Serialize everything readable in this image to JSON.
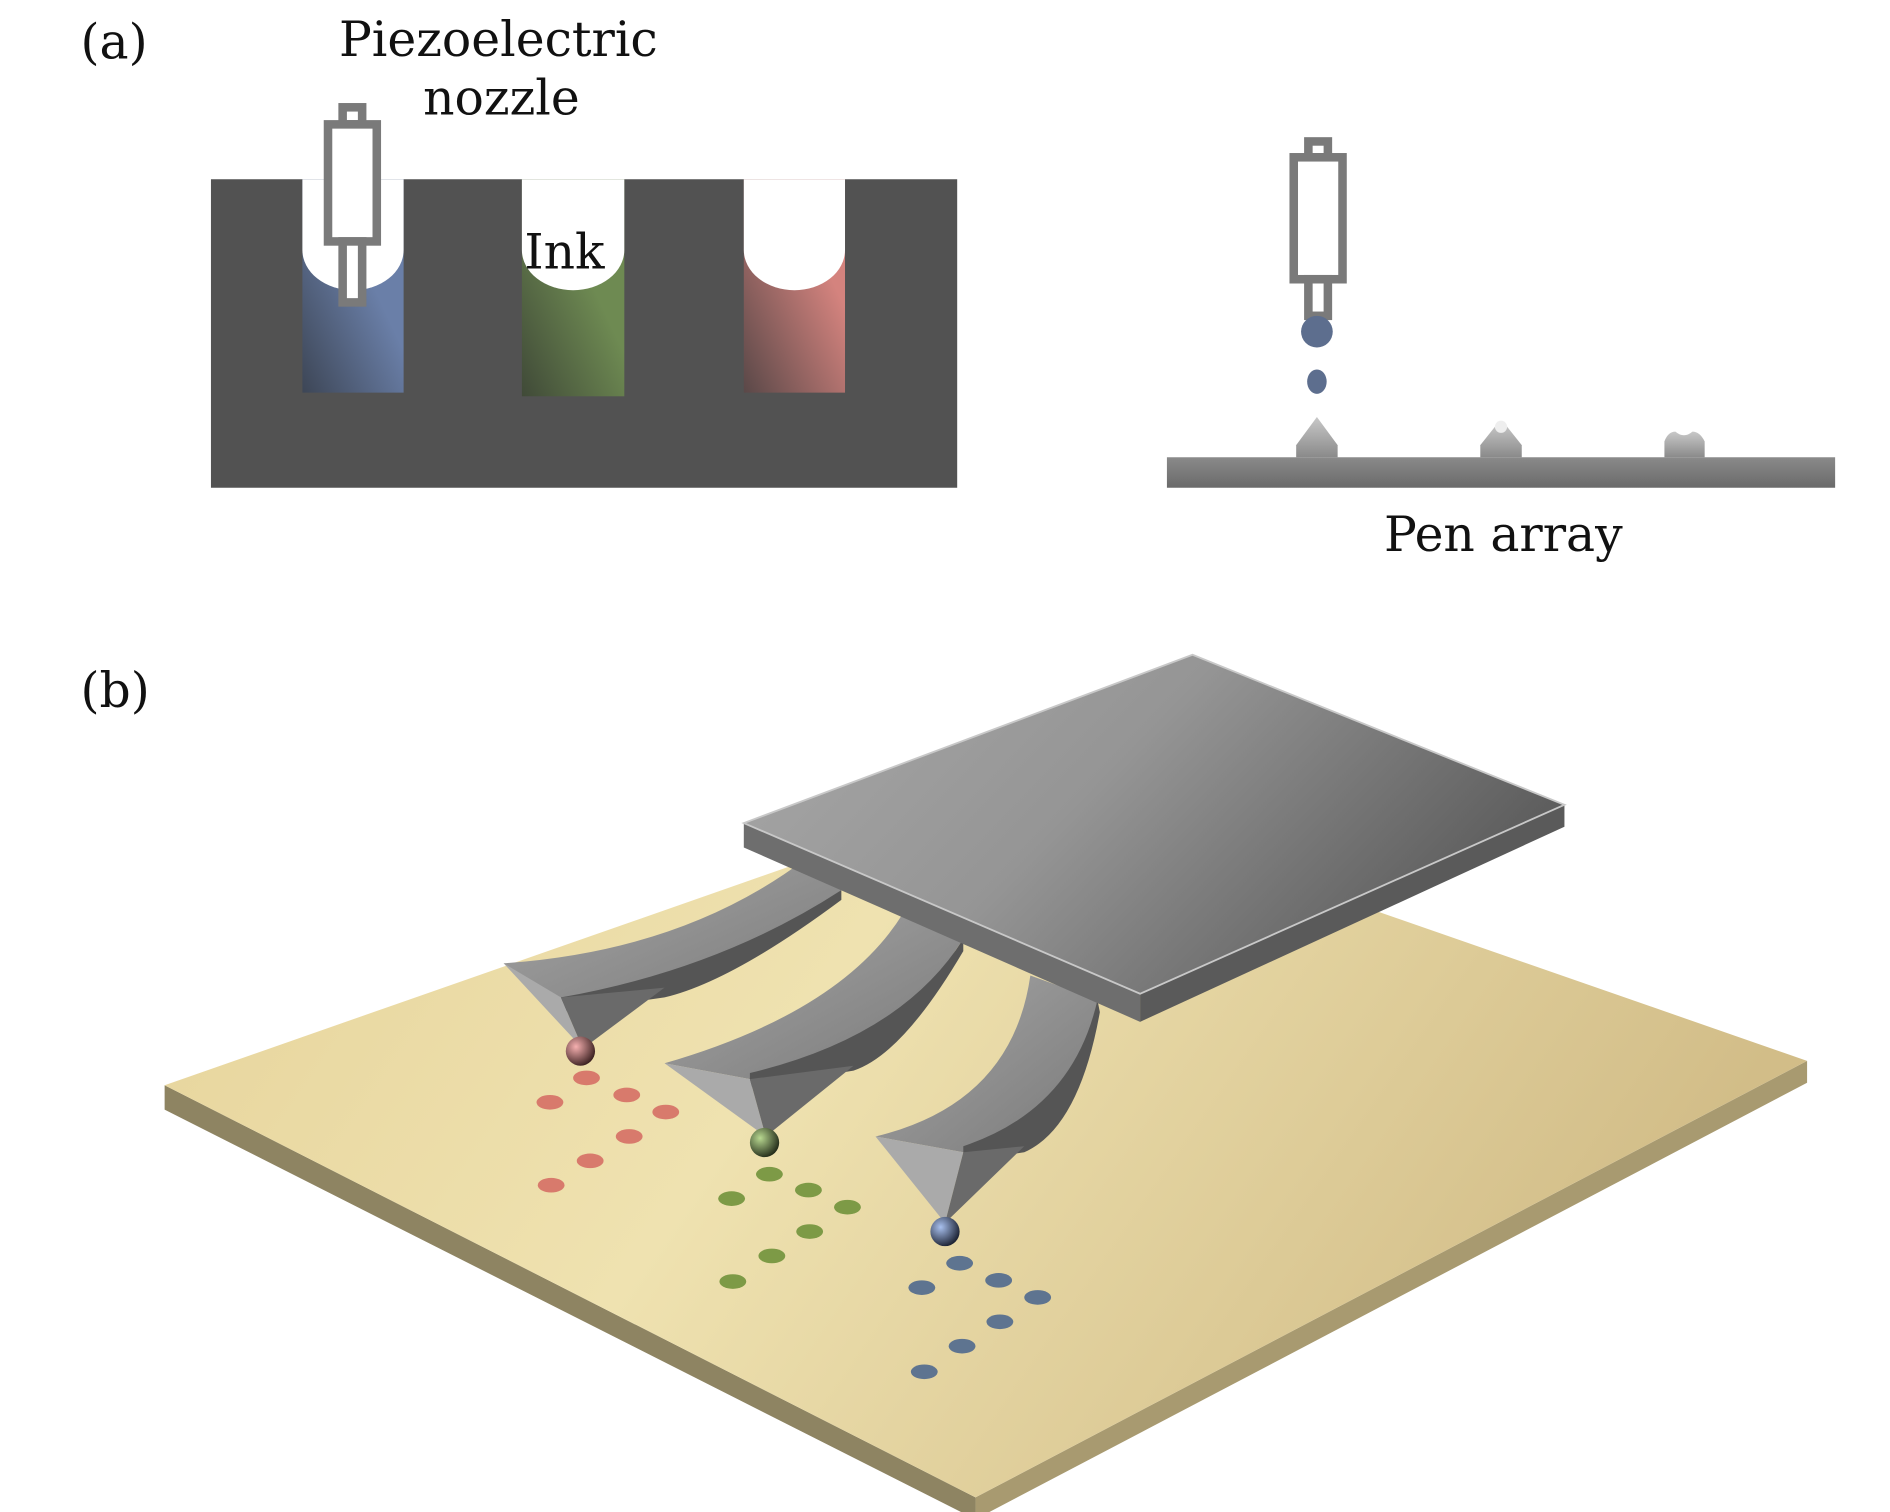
{
  "panel_a": {
    "label": "(a)",
    "nozzle_label_line1": "Piezoelectric",
    "nozzle_label_line2": "nozzle",
    "ink_label": "Ink",
    "pen_array_label": "Pen array",
    "ink_colors": [
      "#6a7fa8",
      "#6e8a52",
      "#d4837e"
    ]
  },
  "panel_b": {
    "label": "(b)",
    "substrate_color": "#e8d8a0",
    "dot_colors": [
      "#d87a6c",
      "#7d9a46",
      "#5e7490"
    ]
  }
}
